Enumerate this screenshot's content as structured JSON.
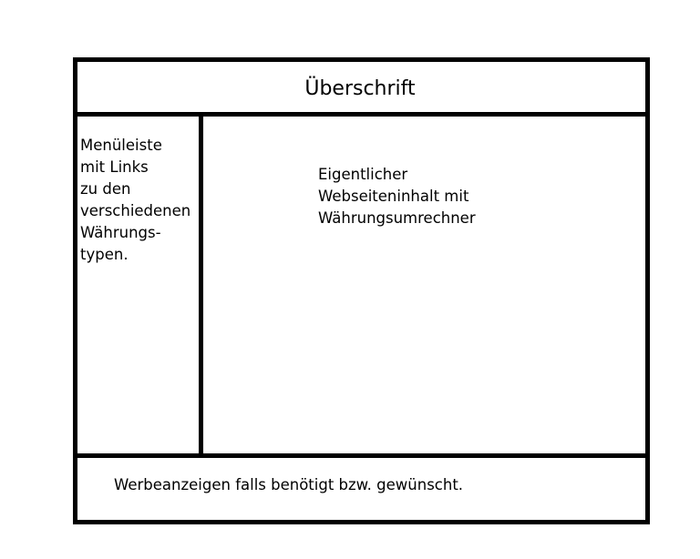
{
  "header": {
    "title": "Überschrift"
  },
  "sidebar": {
    "lines": [
      "Menüleiste",
      "mit Links",
      "zu den",
      "verschiedenen",
      "Währungs-",
      "typen."
    ]
  },
  "content": {
    "lines": [
      "Eigentlicher",
      "Webseiteninhalt mit",
      "Währungsumrechner"
    ]
  },
  "footer": {
    "text": "Werbeanzeigen falls benötigt bzw. gewünscht."
  },
  "colors": {
    "border": "#000000",
    "background": "#ffffff"
  }
}
